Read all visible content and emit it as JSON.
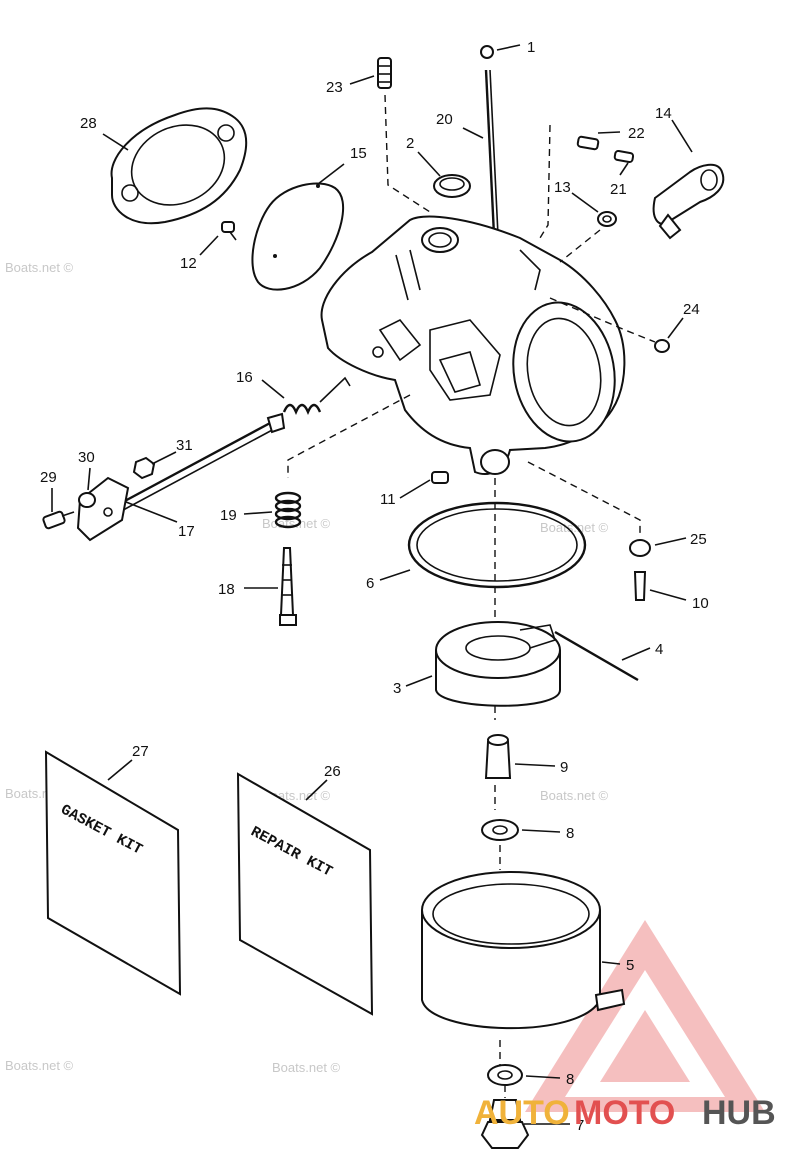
{
  "watermark": "Boats.net ©",
  "logo": {
    "part1": "AUTO",
    "part2": "MOTO",
    "part3": "HUB"
  },
  "kits": {
    "gasket": "GASKET KIT",
    "repair": "REPAIR KIT"
  },
  "callouts": [
    {
      "id": "c1",
      "label": "1"
    },
    {
      "id": "c2",
      "label": "2"
    },
    {
      "id": "c3",
      "label": "3"
    },
    {
      "id": "c4",
      "label": "4"
    },
    {
      "id": "c5",
      "label": "5"
    },
    {
      "id": "c6",
      "label": "6"
    },
    {
      "id": "c7",
      "label": "7"
    },
    {
      "id": "c8a",
      "label": "8"
    },
    {
      "id": "c8b",
      "label": "8"
    },
    {
      "id": "c9",
      "label": "9"
    },
    {
      "id": "c10",
      "label": "10"
    },
    {
      "id": "c11",
      "label": "11"
    },
    {
      "id": "c12",
      "label": "12"
    },
    {
      "id": "c13",
      "label": "13"
    },
    {
      "id": "c14",
      "label": "14"
    },
    {
      "id": "c15",
      "label": "15"
    },
    {
      "id": "c16",
      "label": "16"
    },
    {
      "id": "c17",
      "label": "17"
    },
    {
      "id": "c18",
      "label": "18"
    },
    {
      "id": "c19",
      "label": "19"
    },
    {
      "id": "c20",
      "label": "20"
    },
    {
      "id": "c21",
      "label": "21"
    },
    {
      "id": "c22",
      "label": "22"
    },
    {
      "id": "c23",
      "label": "23"
    },
    {
      "id": "c24",
      "label": "24"
    },
    {
      "id": "c25",
      "label": "25"
    },
    {
      "id": "c26",
      "label": "26"
    },
    {
      "id": "c27",
      "label": "27"
    },
    {
      "id": "c28",
      "label": "28"
    },
    {
      "id": "c29",
      "label": "29"
    },
    {
      "id": "c30",
      "label": "30"
    },
    {
      "id": "c31",
      "label": "31"
    }
  ]
}
